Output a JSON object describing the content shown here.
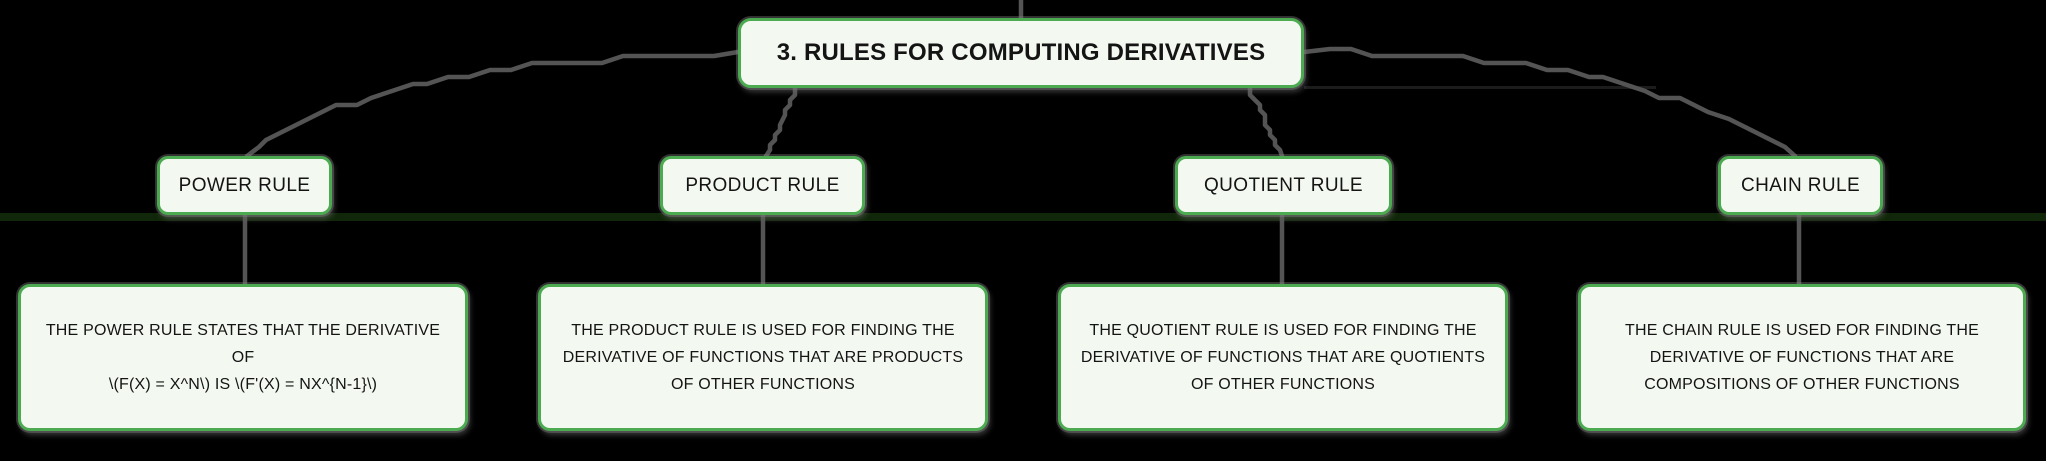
{
  "root": {
    "label": "3. RULES FOR COMPUTING DERIVATIVES"
  },
  "branches": [
    {
      "label": "POWER RULE",
      "description": "THE POWER RULE STATES THAT THE DERIVATIVE OF\n\\(F(X) = X^N\\) IS \\(F'(X) = NX^{N-1}\\)"
    },
    {
      "label": "PRODUCT RULE",
      "description": "THE PRODUCT RULE IS USED FOR FINDING THE\nDERIVATIVE OF FUNCTIONS THAT ARE PRODUCTS\nOF OTHER FUNCTIONS"
    },
    {
      "label": "QUOTIENT RULE",
      "description": "THE QUOTIENT RULE IS USED FOR FINDING THE\nDERIVATIVE OF FUNCTIONS THAT ARE QUOTIENTS\nOF OTHER FUNCTIONS"
    },
    {
      "label": "CHAIN RULE",
      "description": "THE CHAIN RULE IS USED FOR FINDING THE\nDERIVATIVE OF FUNCTIONS THAT ARE\nCOMPOSITIONS OF OTHER FUNCTIONS"
    }
  ],
  "colors": {
    "background": "#000000",
    "node_fill": "#f3f9f1",
    "node_border": "#4cab51",
    "connector": "#545454",
    "text": "#141414",
    "band": "#112709"
  }
}
